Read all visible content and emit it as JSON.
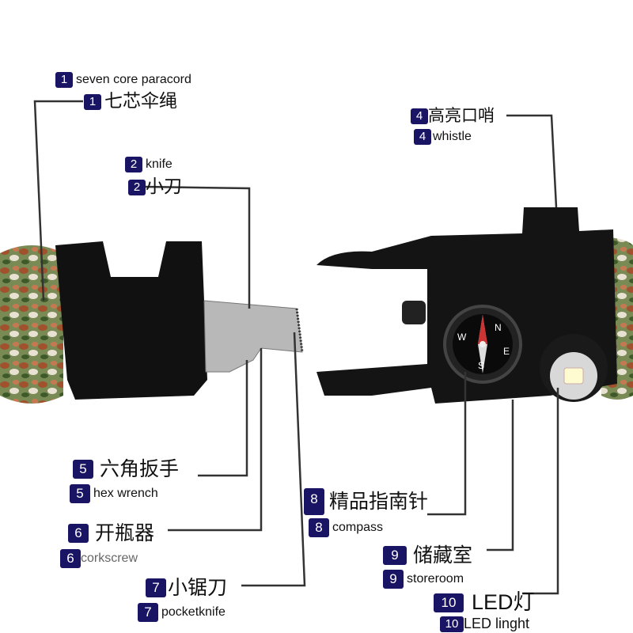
{
  "badge_color": "#1a1464",
  "labels": [
    {
      "num": "1",
      "en": "seven core paracord",
      "zh": "七芯伞绳"
    },
    {
      "num": "2",
      "en": "knife",
      "zh": "小刀"
    },
    {
      "num": "4",
      "en": "whistle",
      "zh": "高亮口哨"
    },
    {
      "num": "5",
      "en": "hex wrench",
      "zh": "六角扳手"
    },
    {
      "num": "6",
      "en": "corkscrew",
      "zh": "开瓶器"
    },
    {
      "num": "7",
      "en": "pocketknife",
      "zh": "小锯刀"
    },
    {
      "num": "8",
      "en": "compass",
      "zh": "精品指南针"
    },
    {
      "num": "9",
      "en": "storeroom",
      "zh": "储藏室"
    },
    {
      "num": "10",
      "en": "LED linght",
      "zh": "LED灯"
    }
  ],
  "compass_letters": {
    "n": "N",
    "s": "S",
    "e": "E",
    "w": "W"
  }
}
